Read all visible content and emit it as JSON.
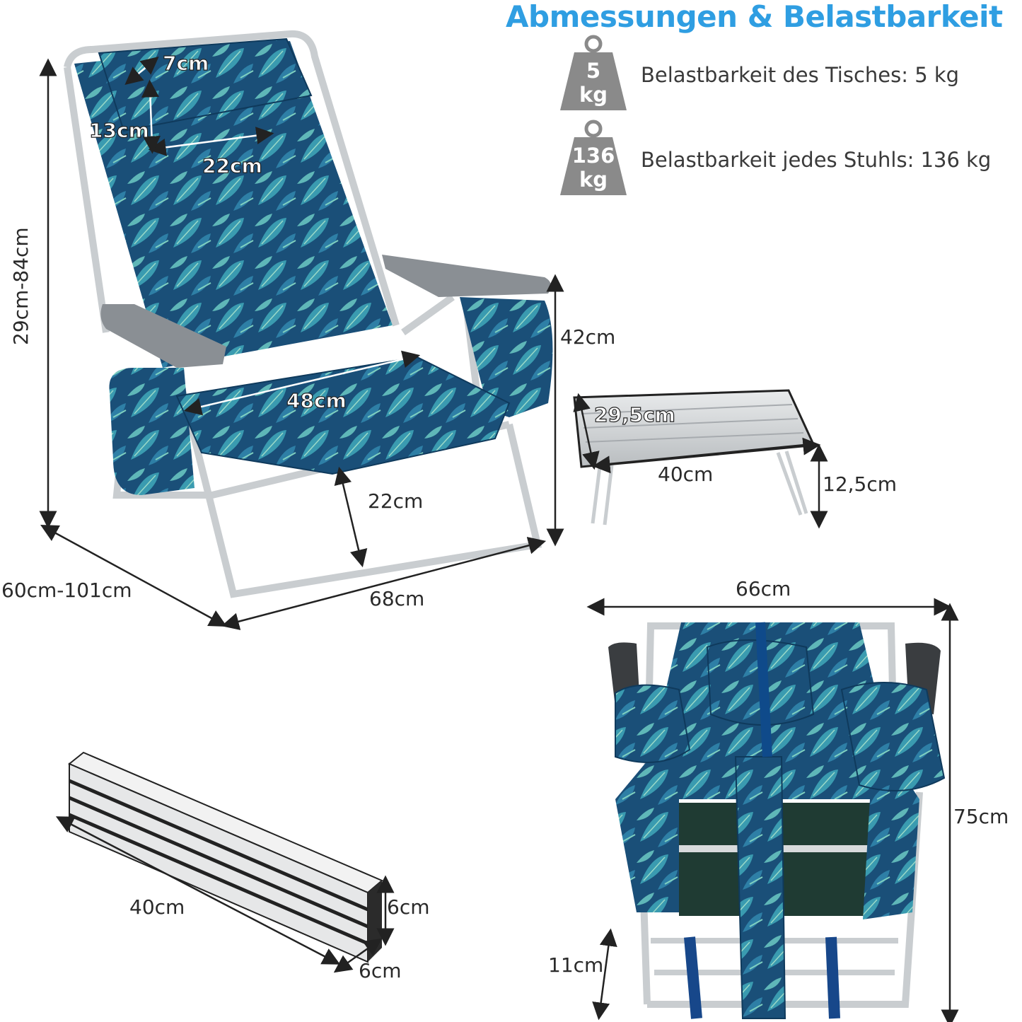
{
  "title": "Abmessungen & Belastbarkeit",
  "specs": [
    {
      "badge_value": "5",
      "badge_unit": "kg",
      "text": "Belastbarkeit des Tisches: 5 kg",
      "icon": "weight-icon"
    },
    {
      "badge_value": "136",
      "badge_unit": "kg",
      "text": "Belastbarkeit jedes Stuhls: 136 kg",
      "icon": "weight-icon"
    }
  ],
  "colors": {
    "title": "#2f9ee2",
    "weight": "#8a8a8a",
    "fabric": "#1d5f8a",
    "frame": "#cfd3d6",
    "armrest": "#7d8287"
  },
  "chair_dims": {
    "headrest_depth": "7cm",
    "headrest_height": "13cm",
    "headrest_width": "22cm",
    "height": "29cm-84cm",
    "armrest_height": "42cm",
    "seat_width": "48cm",
    "seat_height": "22cm",
    "depth": "60cm-101cm",
    "width": "68cm"
  },
  "table_dims": {
    "depth": "29,5cm",
    "width": "40cm",
    "height": "12,5cm"
  },
  "folded_table_dims": {
    "length": "40cm",
    "height": "6cm",
    "depth": "6cm"
  },
  "folded_chair_dims": {
    "width": "66cm",
    "height": "75cm",
    "thickness": "11cm"
  }
}
